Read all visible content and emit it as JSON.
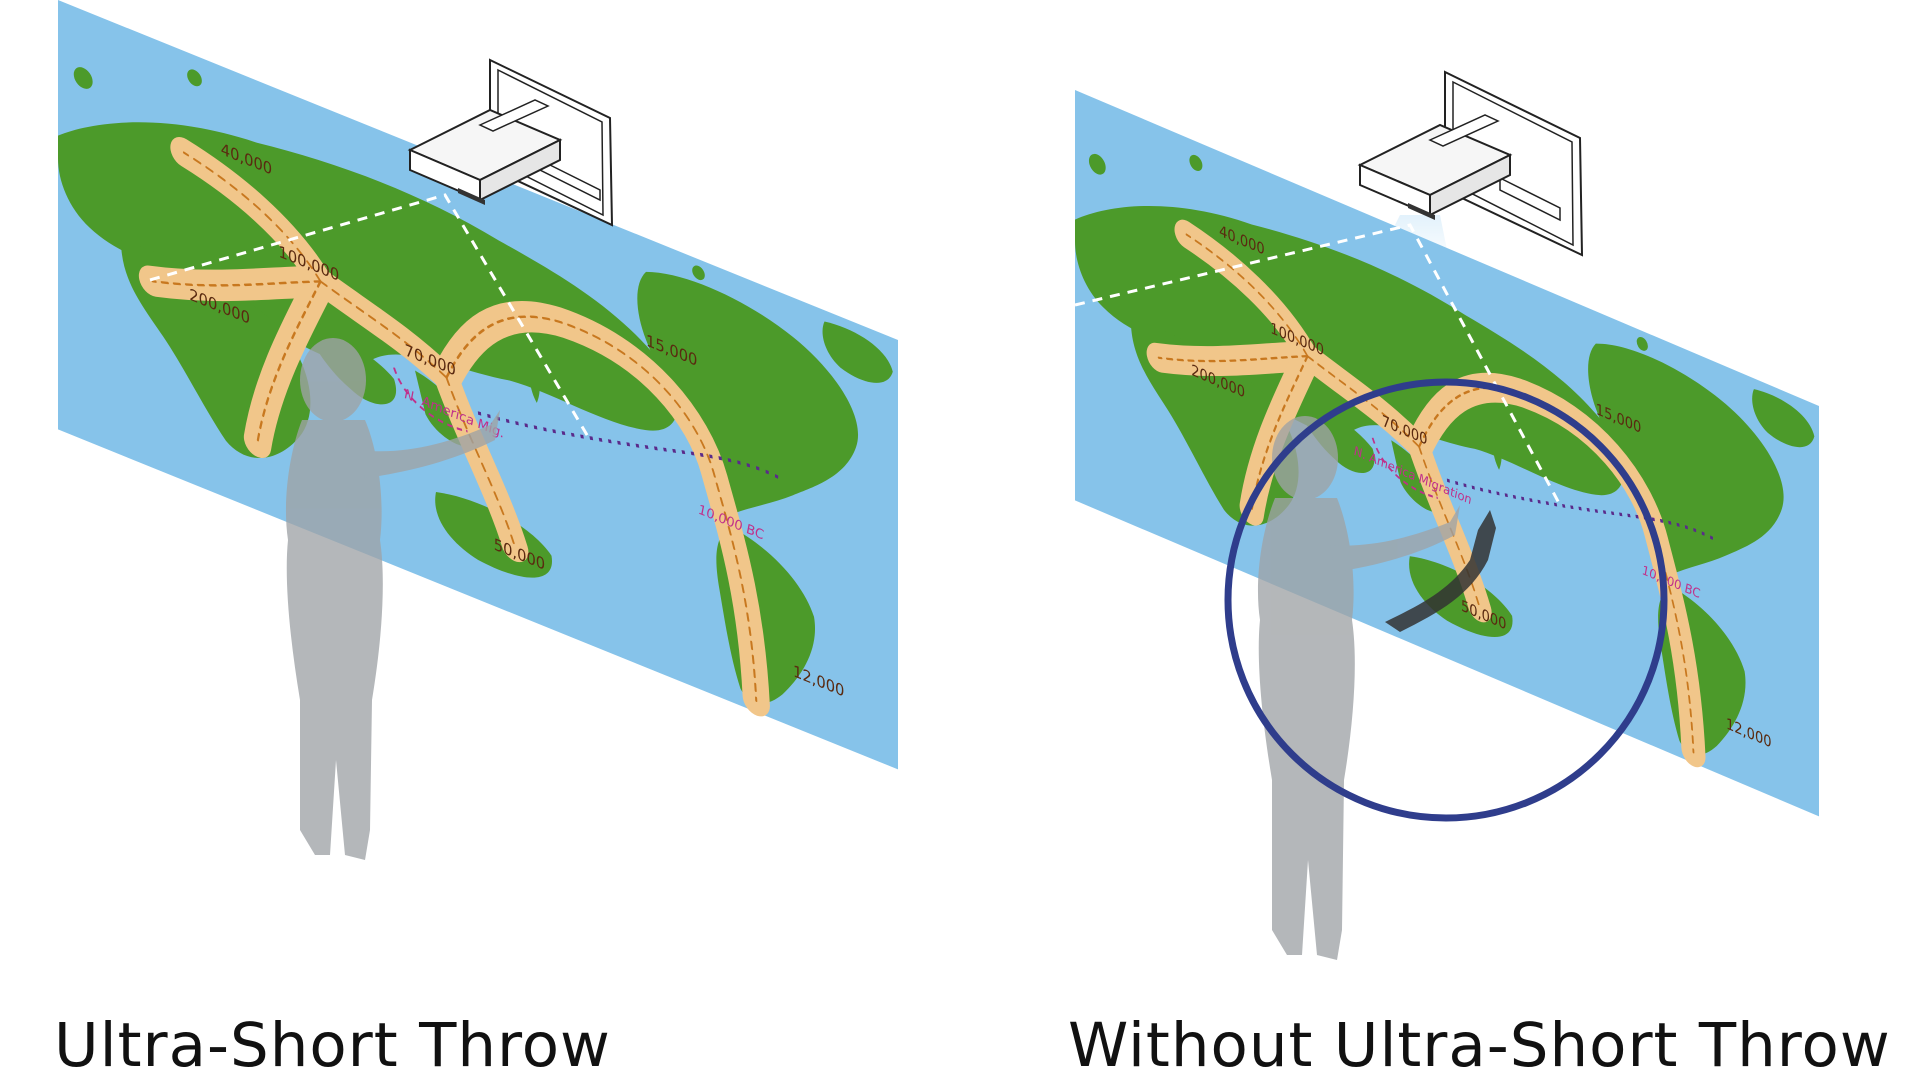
{
  "captions": {
    "left": "Ultra-Short Throw",
    "right": "Without Ultra-Short Throw"
  },
  "map": {
    "population_labels": [
      "40,000",
      "100,000",
      "200,000",
      "70,000",
      "15,000",
      "50,000",
      "12,000"
    ],
    "date_labels": {
      "left": "10,000 BC",
      "right": "10,000 BC"
    },
    "marker_labels": {
      "left": "N. America Mig.",
      "right": "N. America Migration"
    }
  },
  "icons": [
    "projector-icon",
    "person-silhouette-icon",
    "shadow-highlight-circle-icon"
  ],
  "colors": {
    "ocean": "#86c3ea",
    "land": "#4c9a2a",
    "migration": "#f1c68a",
    "migration_dash": "#c8781f",
    "silhouette": "#b0b3b5",
    "highlight_circle": "#2f3d8c",
    "route_dotted": "#5a2a8a"
  }
}
